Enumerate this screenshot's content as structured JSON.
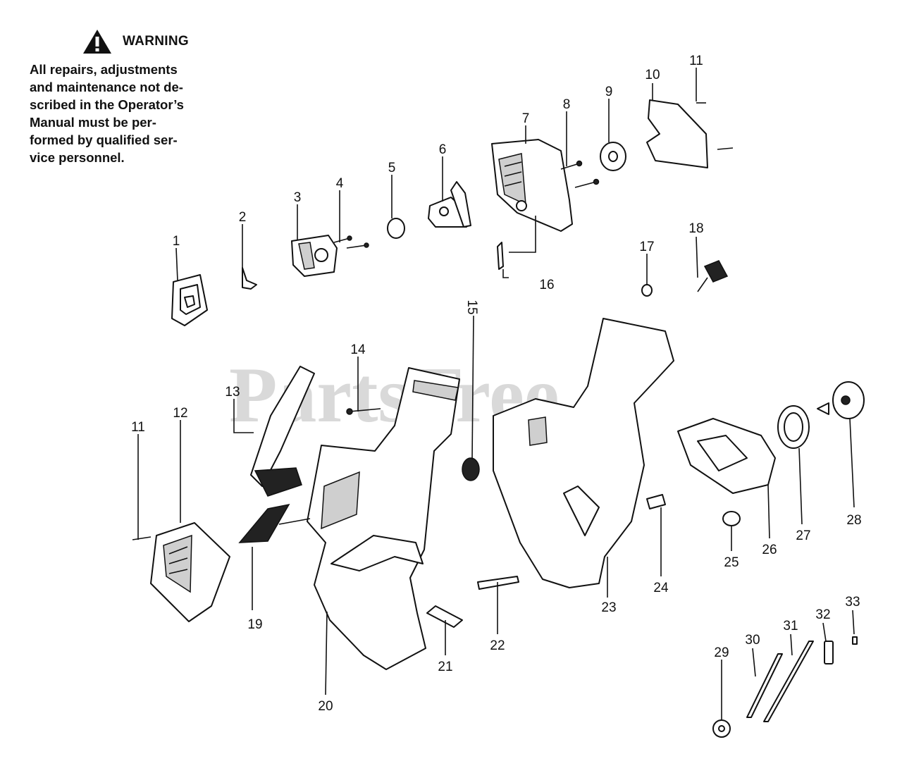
{
  "warning": {
    "title": "WARNING",
    "lines": [
      "All repairs, adjustments",
      "and maintenance not de-",
      "scribed in the Operator’s",
      "Manual must be per-",
      "formed by qualified ser-",
      "vice personnel."
    ]
  },
  "watermark": "PartsTree",
  "part_numbers": [
    "1",
    "2",
    "3",
    "4",
    "5",
    "6",
    "7",
    "8",
    "9",
    "10",
    "11",
    "11",
    "12",
    "13",
    "14",
    "15",
    "16",
    "17",
    "18",
    "19",
    "20",
    "21",
    "22",
    "23",
    "24",
    "25",
    "26",
    "27",
    "28",
    "29",
    "30",
    "31",
    "32",
    "33"
  ]
}
